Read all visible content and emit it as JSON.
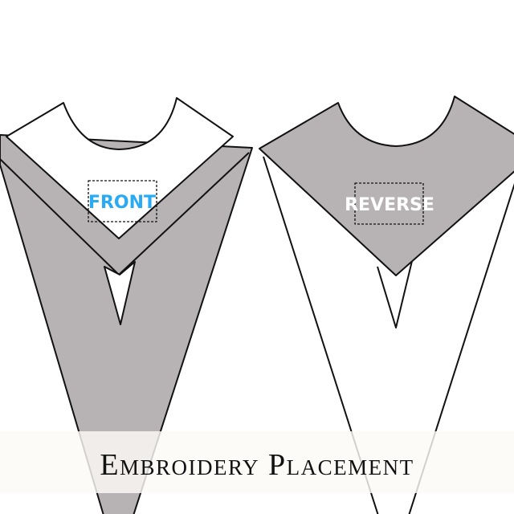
{
  "labels": {
    "front": "FRONT",
    "reverse": "REVERSE"
  },
  "banner": {
    "title": "Embroidery Placement"
  },
  "colors": {
    "hood_gray": "#b7b3b4",
    "front_label": "#29aaf4",
    "reverse_label": "#ffffff",
    "outline": "#111111"
  }
}
